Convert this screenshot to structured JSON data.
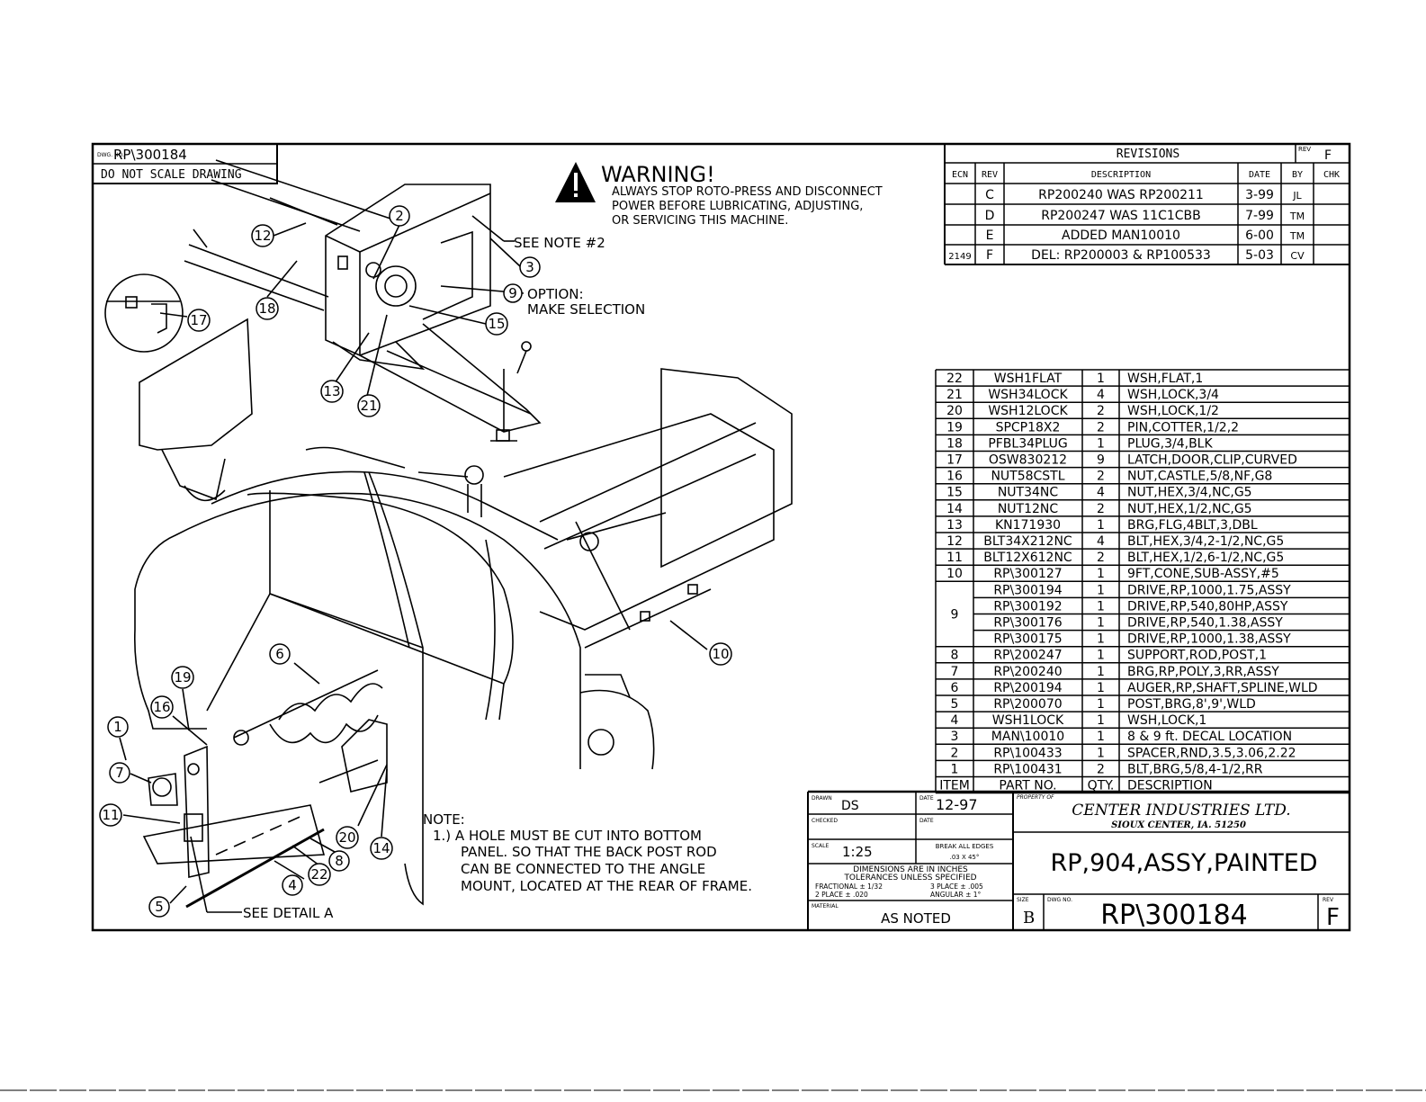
{
  "title_block_top": {
    "dwg_label": "DWG. NO.",
    "dwg_no": "RP\\300184",
    "do_not_scale": "DO NOT SCALE DRAWING"
  },
  "warning": {
    "title": "WARNING!",
    "lines": [
      "ALWAYS STOP ROTO-PRESS AND DISCONNECT",
      "POWER BEFORE LUBRICATING, ADJUSTING,",
      "OR SERVICING THIS MACHINE."
    ]
  },
  "callouts": {
    "see_note": "SEE NOTE #2",
    "option": "OPTION:",
    "make_selection": "MAKE SELECTION",
    "see_detail": "SEE DETAIL A"
  },
  "balloons": [
    "1",
    "2",
    "3",
    "4",
    "5",
    "6",
    "7",
    "8",
    "9",
    "10",
    "11",
    "12",
    "13",
    "14",
    "15",
    "16",
    "17",
    "18",
    "19",
    "20",
    "21",
    "22"
  ],
  "note": {
    "heading": "NOTE:",
    "lines": [
      "1.) A HOLE MUST BE CUT INTO BOTTOM",
      "PANEL. SO THAT THE BACK POST ROD",
      "CAN BE CONNECTED TO THE ANGLE",
      "MOUNT, LOCATED AT THE REAR OF FRAME."
    ]
  },
  "revisions": {
    "title": "REVISIONS",
    "rev_label": "REV",
    "rev_value": "F",
    "headers": [
      "ECN",
      "REV",
      "DESCRIPTION",
      "DATE",
      "BY",
      "CHK"
    ],
    "rows": [
      {
        "ecn": "",
        "rev": "C",
        "desc": "RP200240 WAS RP200211",
        "date": "3-99",
        "by": "JL",
        "chk": ""
      },
      {
        "ecn": "",
        "rev": "D",
        "desc": "RP200247 WAS 11C1CBB",
        "date": "7-99",
        "by": "TM",
        "chk": ""
      },
      {
        "ecn": "",
        "rev": "E",
        "desc": "ADDED MAN10010",
        "date": "6-00",
        "by": "TM",
        "chk": ""
      },
      {
        "ecn": "2149",
        "rev": "F",
        "desc": "DEL: RP200003 & RP100533",
        "date": "5-03",
        "by": "CV",
        "chk": ""
      }
    ]
  },
  "bom": {
    "headers": [
      "ITEM",
      "PART NO.",
      "QTY.",
      "DESCRIPTION"
    ],
    "rows": [
      {
        "item": "22",
        "part": "WSH1FLAT",
        "qty": "1",
        "desc": "WSH,FLAT,1"
      },
      {
        "item": "21",
        "part": "WSH34LOCK",
        "qty": "4",
        "desc": "WSH,LOCK,3/4"
      },
      {
        "item": "20",
        "part": "WSH12LOCK",
        "qty": "2",
        "desc": "WSH,LOCK,1/2"
      },
      {
        "item": "19",
        "part": "SPCP18X2",
        "qty": "2",
        "desc": "PIN,COTTER,1/2,2"
      },
      {
        "item": "18",
        "part": "PFBL34PLUG",
        "qty": "1",
        "desc": "PLUG,3/4,BLK"
      },
      {
        "item": "17",
        "part": "OSW830212",
        "qty": "9",
        "desc": "LATCH,DOOR,CLIP,CURVED"
      },
      {
        "item": "16",
        "part": "NUT58CSTL",
        "qty": "2",
        "desc": "NUT,CASTLE,5/8,NF,G8"
      },
      {
        "item": "15",
        "part": "NUT34NC",
        "qty": "4",
        "desc": "NUT,HEX,3/4,NC,G5"
      },
      {
        "item": "14",
        "part": "NUT12NC",
        "qty": "2",
        "desc": "NUT,HEX,1/2,NC,G5"
      },
      {
        "item": "13",
        "part": "KN171930",
        "qty": "1",
        "desc": "BRG,FLG,4BLT,3,DBL"
      },
      {
        "item": "12",
        "part": "BLT34X212NC",
        "qty": "4",
        "desc": "BLT,HEX,3/4,2-1/2,NC,G5"
      },
      {
        "item": "11",
        "part": "BLT12X612NC",
        "qty": "2",
        "desc": "BLT,HEX,1/2,6-1/2,NC,G5"
      },
      {
        "item": "10",
        "part": "RP\\300127",
        "qty": "1",
        "desc": "9FT,CONE,SUB-ASSY,#5"
      },
      {
        "item": "",
        "part": "RP\\300194",
        "qty": "1",
        "desc": "DRIVE,RP,1000,1.75,ASSY"
      },
      {
        "item": "9",
        "part": "RP\\300192",
        "qty": "1",
        "desc": "DRIVE,RP,540,80HP,ASSY"
      },
      {
        "item": "",
        "part": "RP\\300176",
        "qty": "1",
        "desc": "DRIVE,RP,540,1.38,ASSY"
      },
      {
        "item": "",
        "part": "RP\\300175",
        "qty": "1",
        "desc": "DRIVE,RP,1000,1.38,ASSY"
      },
      {
        "item": "8",
        "part": "RP\\200247",
        "qty": "1",
        "desc": "SUPPORT,ROD,POST,1"
      },
      {
        "item": "7",
        "part": "RP\\200240",
        "qty": "1",
        "desc": "BRG,RP,POLY,3,RR,ASSY"
      },
      {
        "item": "6",
        "part": "RP\\200194",
        "qty": "1",
        "desc": "AUGER,RP,SHAFT,SPLINE,WLD"
      },
      {
        "item": "5",
        "part": "RP\\200070",
        "qty": "1",
        "desc": "POST,BRG,8',9',WLD"
      },
      {
        "item": "4",
        "part": "WSH1LOCK",
        "qty": "1",
        "desc": "WSH,LOCK,1"
      },
      {
        "item": "3",
        "part": "MAN\\10010",
        "qty": "1",
        "desc": "8 & 9 ft. DECAL LOCATION"
      },
      {
        "item": "2",
        "part": "RP\\100433",
        "qty": "1",
        "desc": "SPACER,RND,3.5,3.06,2.22"
      },
      {
        "item": "1",
        "part": "RP\\100431",
        "qty": "2",
        "desc": "BLT,BRG,5/8,4-1/2,RR"
      }
    ]
  },
  "title_block": {
    "drawn_label": "DRAWN",
    "drawn": "DS",
    "date_label": "DATE",
    "date": "12-97",
    "checked_label": "CHECKED",
    "checked_date_label": "DATE",
    "scale_label": "SCALE",
    "scale": "1:25",
    "break_edges": "BREAK ALL EDGES",
    "break_value": ".03 X 45°",
    "dims_line1": "DIMENSIONS ARE IN INCHES",
    "dims_line2": "TOLERANCES UNLESS SPECIFIED",
    "frac": "FRACTIONAL ± 1/32",
    "place3": "3 PLACE ± .005",
    "place2": "2 PLACE ± .020",
    "angular": "ANGULAR ± 1°",
    "material_label": "MATERIAL",
    "material": "AS NOTED",
    "property_label": "PROPERTY OF",
    "company": "CENTER INDUSTRIES LTD.",
    "location": "SIOUX CENTER, IA. 51250",
    "part_title": "RP,904,ASSY,PAINTED",
    "size_label": "SIZE",
    "size": "B",
    "dwg_label": "DWG NO.",
    "dwg_no": "RP\\300184",
    "rev_label": "REV",
    "rev": "F"
  }
}
